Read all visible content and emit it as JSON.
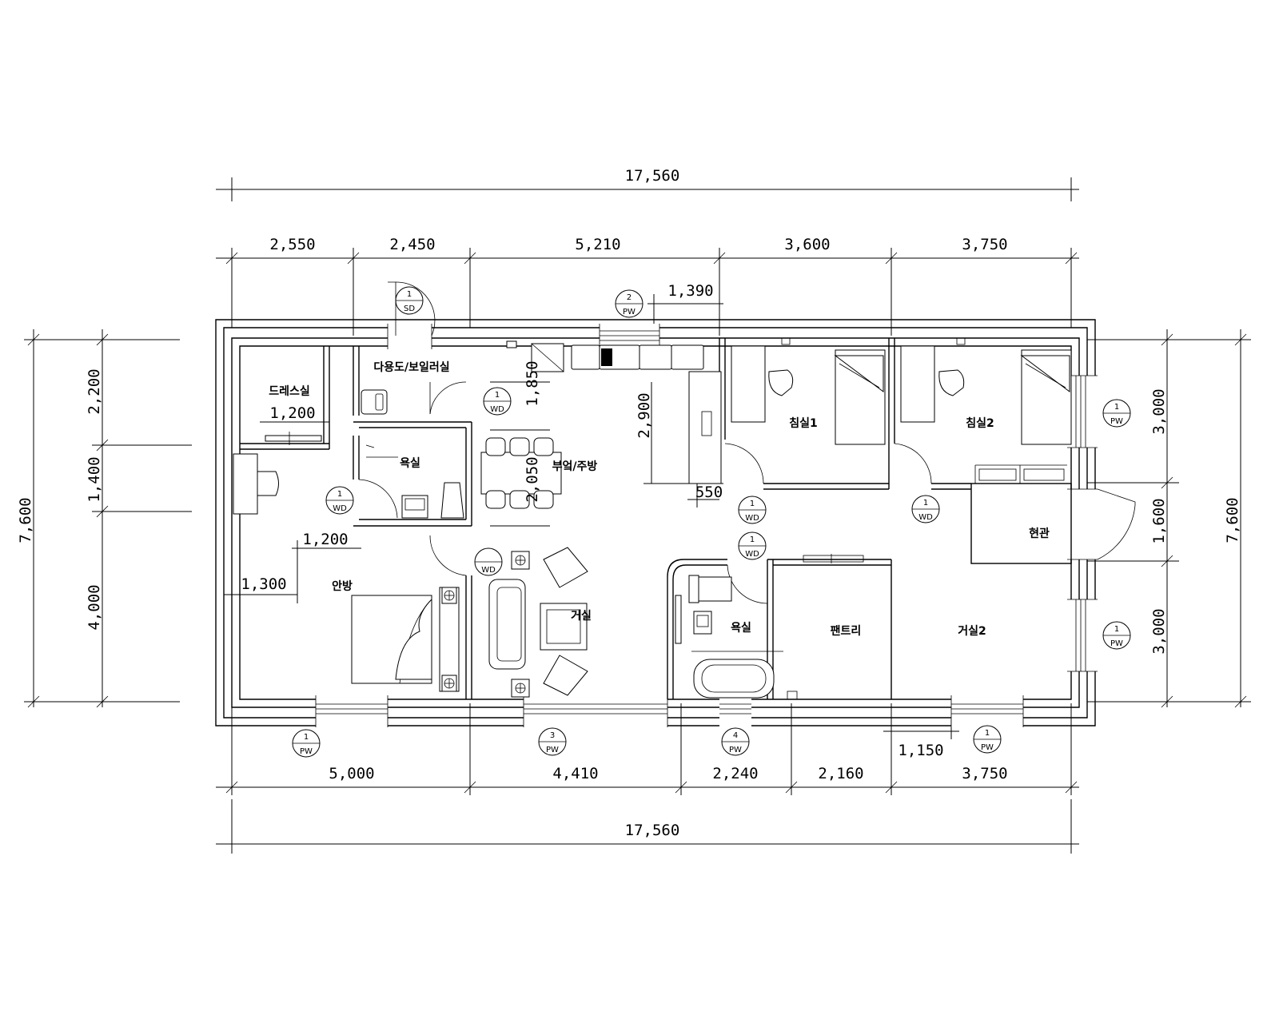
{
  "dimensions": {
    "top_total": "17,560",
    "top": [
      "2,550",
      "2,450",
      "5,210",
      "3,600",
      "3,750"
    ],
    "top_sub": "1,390",
    "bottom": [
      "5,000",
      "4,410",
      "2,240",
      "2,160",
      "3,750"
    ],
    "bottom_total": "17,560",
    "bottom_sub": "1,150",
    "left_total": "7,600",
    "left": [
      "2,200",
      "1,400",
      "4,000"
    ],
    "right_total": "7,600",
    "right": [
      "3,000",
      "1,600",
      "3,000"
    ],
    "inner": {
      "dress_width": "1,200",
      "master_closet": "1,200",
      "master_side": "1,300",
      "kitchen_1850": "1,850",
      "kitchen_2900": "2,900",
      "kitchen_2050": "2,050",
      "kitchen_550": "550"
    }
  },
  "rooms": {
    "dress": "드레스실",
    "utility": "다용도/보일러실",
    "bath1": "욕실",
    "kitchen": "부엌/주방",
    "master": "안방",
    "living1": "거실",
    "bed1": "침실1",
    "bed2": "침실2",
    "entrance": "현관",
    "bath2": "욕실",
    "pantry": "팬트리",
    "living2": "거실2"
  },
  "tags": {
    "sd": {
      "num": "1",
      "code": "SD"
    },
    "pw_top": {
      "num": "2",
      "code": "PW"
    },
    "wd_dress": {
      "num": "1",
      "code": "WD"
    },
    "wd_utility": {
      "num": "1",
      "code": "WD"
    },
    "wd_living": {
      "num": "",
      "code": "WD"
    },
    "wd_bed1": {
      "num": "1",
      "code": "WD"
    },
    "wd_bed2": {
      "num": "1",
      "code": "WD"
    },
    "wd_bath2": {
      "num": "1",
      "code": "WD"
    },
    "pw_right_top": {
      "num": "1",
      "code": "PW"
    },
    "pw_right_bot": {
      "num": "1",
      "code": "PW"
    },
    "pw_bot_master": {
      "num": "1",
      "code": "PW"
    },
    "pw_bot_living": {
      "num": "3",
      "code": "PW"
    },
    "pw_bot_bath": {
      "num": "4",
      "code": "PW"
    },
    "pw_bot_right": {
      "num": "1",
      "code": "PW"
    }
  }
}
